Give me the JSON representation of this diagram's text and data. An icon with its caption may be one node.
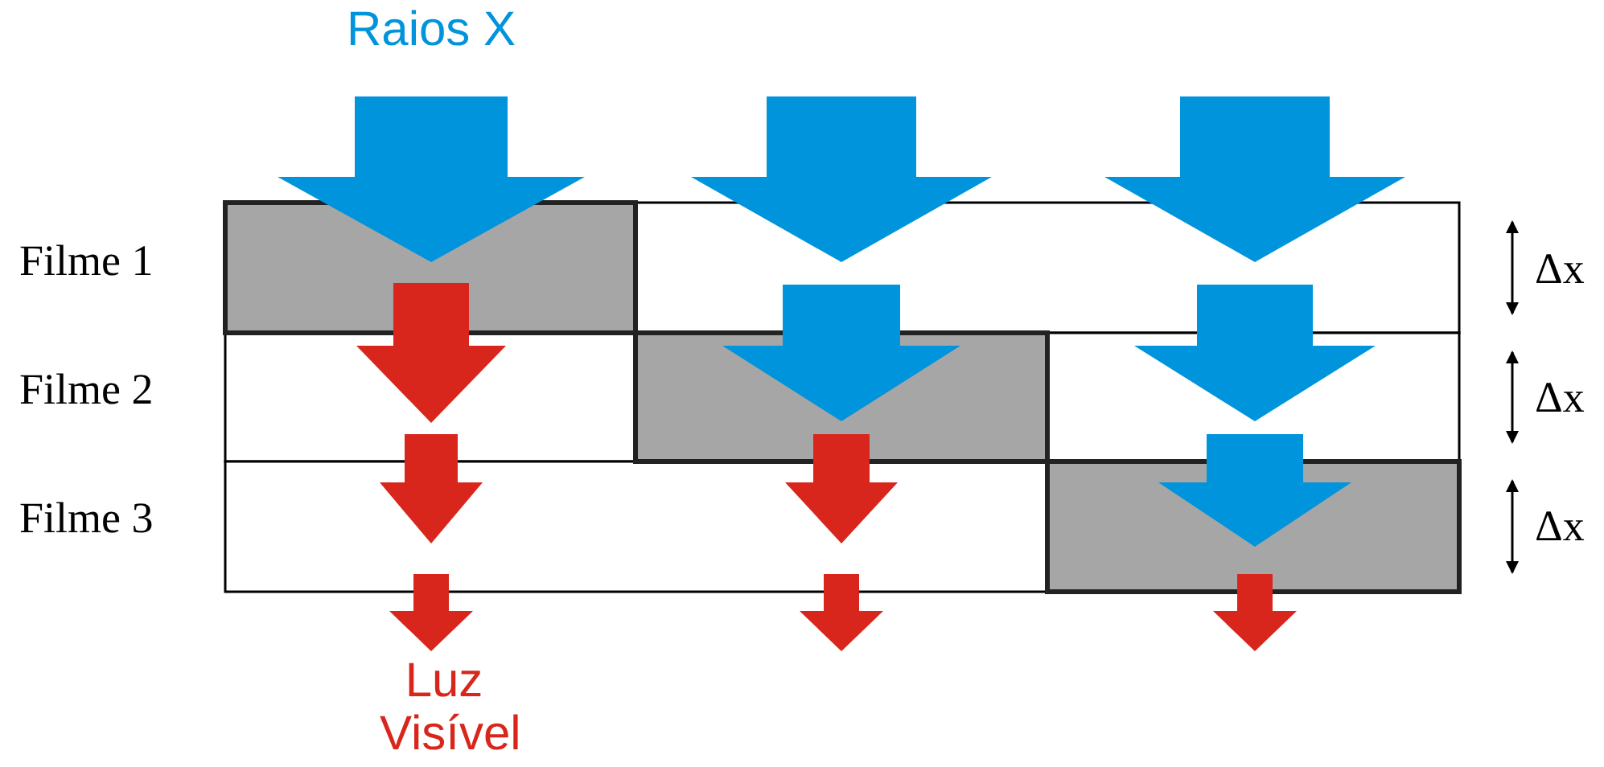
{
  "diagram": {
    "labels": [
      "Raios X",
      "Filme 1",
      "Filme 2",
      "Filme 3",
      "Δx",
      "Δx",
      "Δx",
      "Luz Visível"
    ]
  }
}
